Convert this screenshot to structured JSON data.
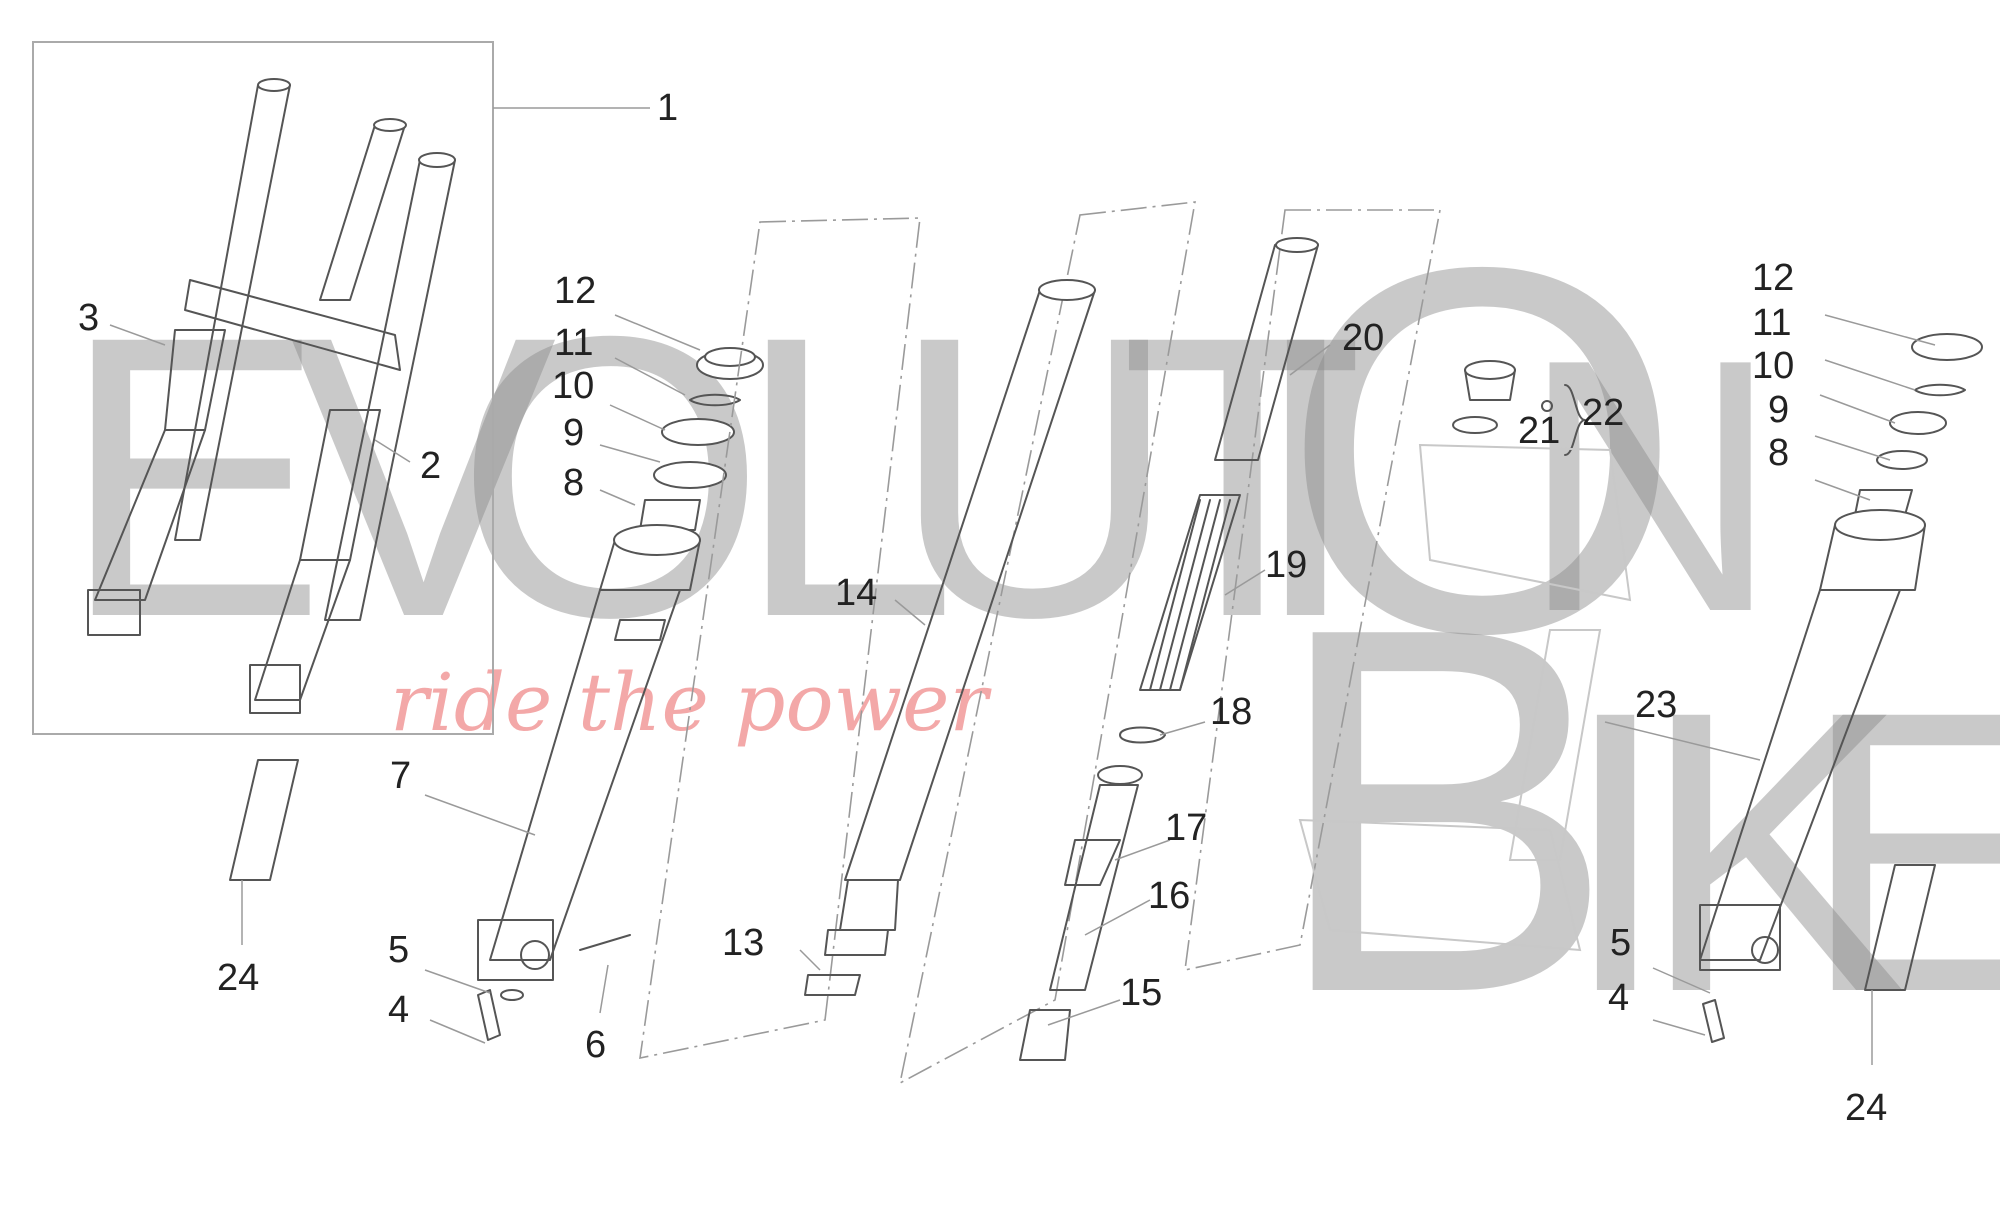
{
  "watermark": {
    "letters_top": [
      "E",
      "V",
      "O",
      "L",
      "U",
      "T",
      "I",
      "O",
      "N"
    ],
    "letters_bottom": [
      "B",
      "I",
      "K",
      "E"
    ],
    "slogan": "ride the power",
    "letter_color": "#8a8a8a",
    "slogan_color": "#f08c8c"
  },
  "callouts": [
    "1",
    "2",
    "3",
    "4",
    "4",
    "5",
    "5",
    "6",
    "7",
    "8",
    "8",
    "9",
    "9",
    "10",
    "10",
    "11",
    "11",
    "12",
    "12",
    "13",
    "14",
    "15",
    "16",
    "17",
    "18",
    "19",
    "20",
    "21",
    "22",
    "23",
    "24",
    "24"
  ],
  "colors": {
    "line": "#555555",
    "leader": "#9a9a9a",
    "background": "#ffffff"
  }
}
